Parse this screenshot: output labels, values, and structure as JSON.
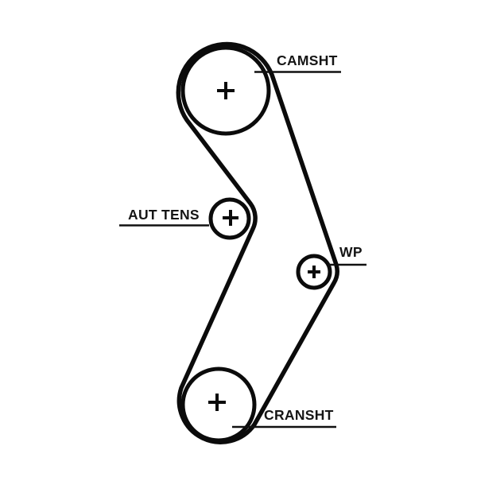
{
  "page": {
    "background_color": "#ffffff",
    "ink_color": "#0b0b0b"
  },
  "diagram": {
    "kind": "timing-belt-routing",
    "belt": {
      "name": "timing belt",
      "stroke_color": "#0b0b0b"
    },
    "pulleys": [
      {
        "id": "camshaft-pulley",
        "label": "CAMSHT",
        "center_mark": "+"
      },
      {
        "id": "tensioner-pulley",
        "label": "AUT TENS",
        "center_mark": "+"
      },
      {
        "id": "water-pump-pulley",
        "label": "WP",
        "center_mark": "+"
      },
      {
        "id": "crankshaft-pulley",
        "label": "CRANSHT",
        "center_mark": "+"
      }
    ]
  }
}
